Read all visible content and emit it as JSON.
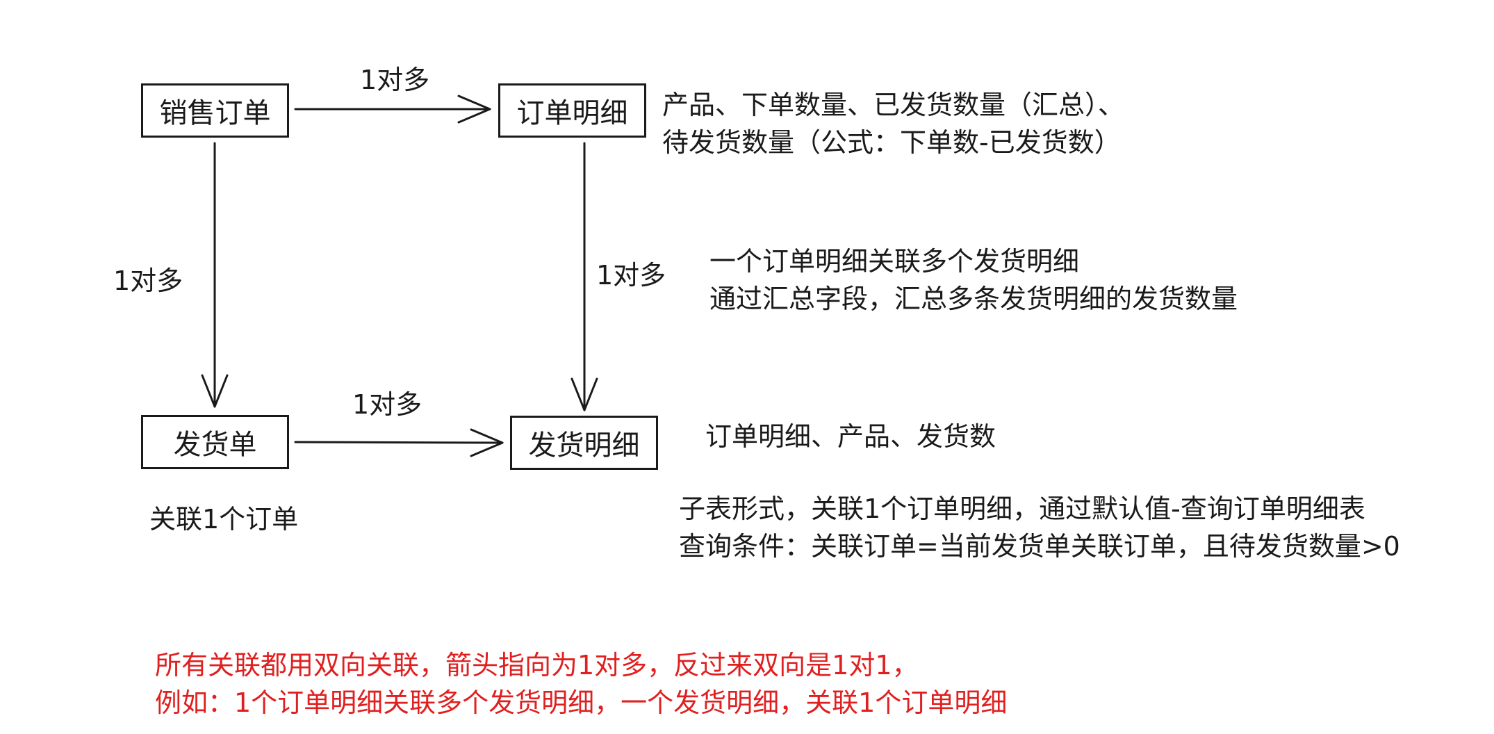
{
  "nodes": {
    "sales_order": "销售订单",
    "order_detail": "订单明细",
    "shipping_order": "发货单",
    "shipping_detail": "发货明细"
  },
  "relations": {
    "sales_to_detail": "1对多",
    "sales_to_shipping": "1对多",
    "detail_to_shipping_detail": "1对多",
    "shipping_to_shipping_detail": "1对多"
  },
  "notes": {
    "order_detail_fields": [
      "产品、下单数量、已发货数量（汇总）、",
      "待发货数量（公式：下单数-已发货数）"
    ],
    "detail_relation": [
      "一个订单明细关联多个发货明细",
      "通过汇总字段，汇总多条发货明细的发货数量"
    ],
    "shipping_detail_fields": "订单明细、产品、发货数",
    "shipping_detail_subtable": [
      "子表形式，关联1个订单明细，通过默认值-查询订单明细表",
      "查询条件：关联订单=当前发货单关联订单，且待发货数量>0"
    ],
    "shipping_order_note": "关联1个订单"
  },
  "footer": [
    "所有关联都用双向关联，箭头指向为1对多，反过来双向是1对1，",
    "例如：1个订单明细关联多个发货明细，一个发货明细，关联1个订单明细"
  ],
  "colors": {
    "ink": "#1a1a1a",
    "footer": "#e02020"
  }
}
